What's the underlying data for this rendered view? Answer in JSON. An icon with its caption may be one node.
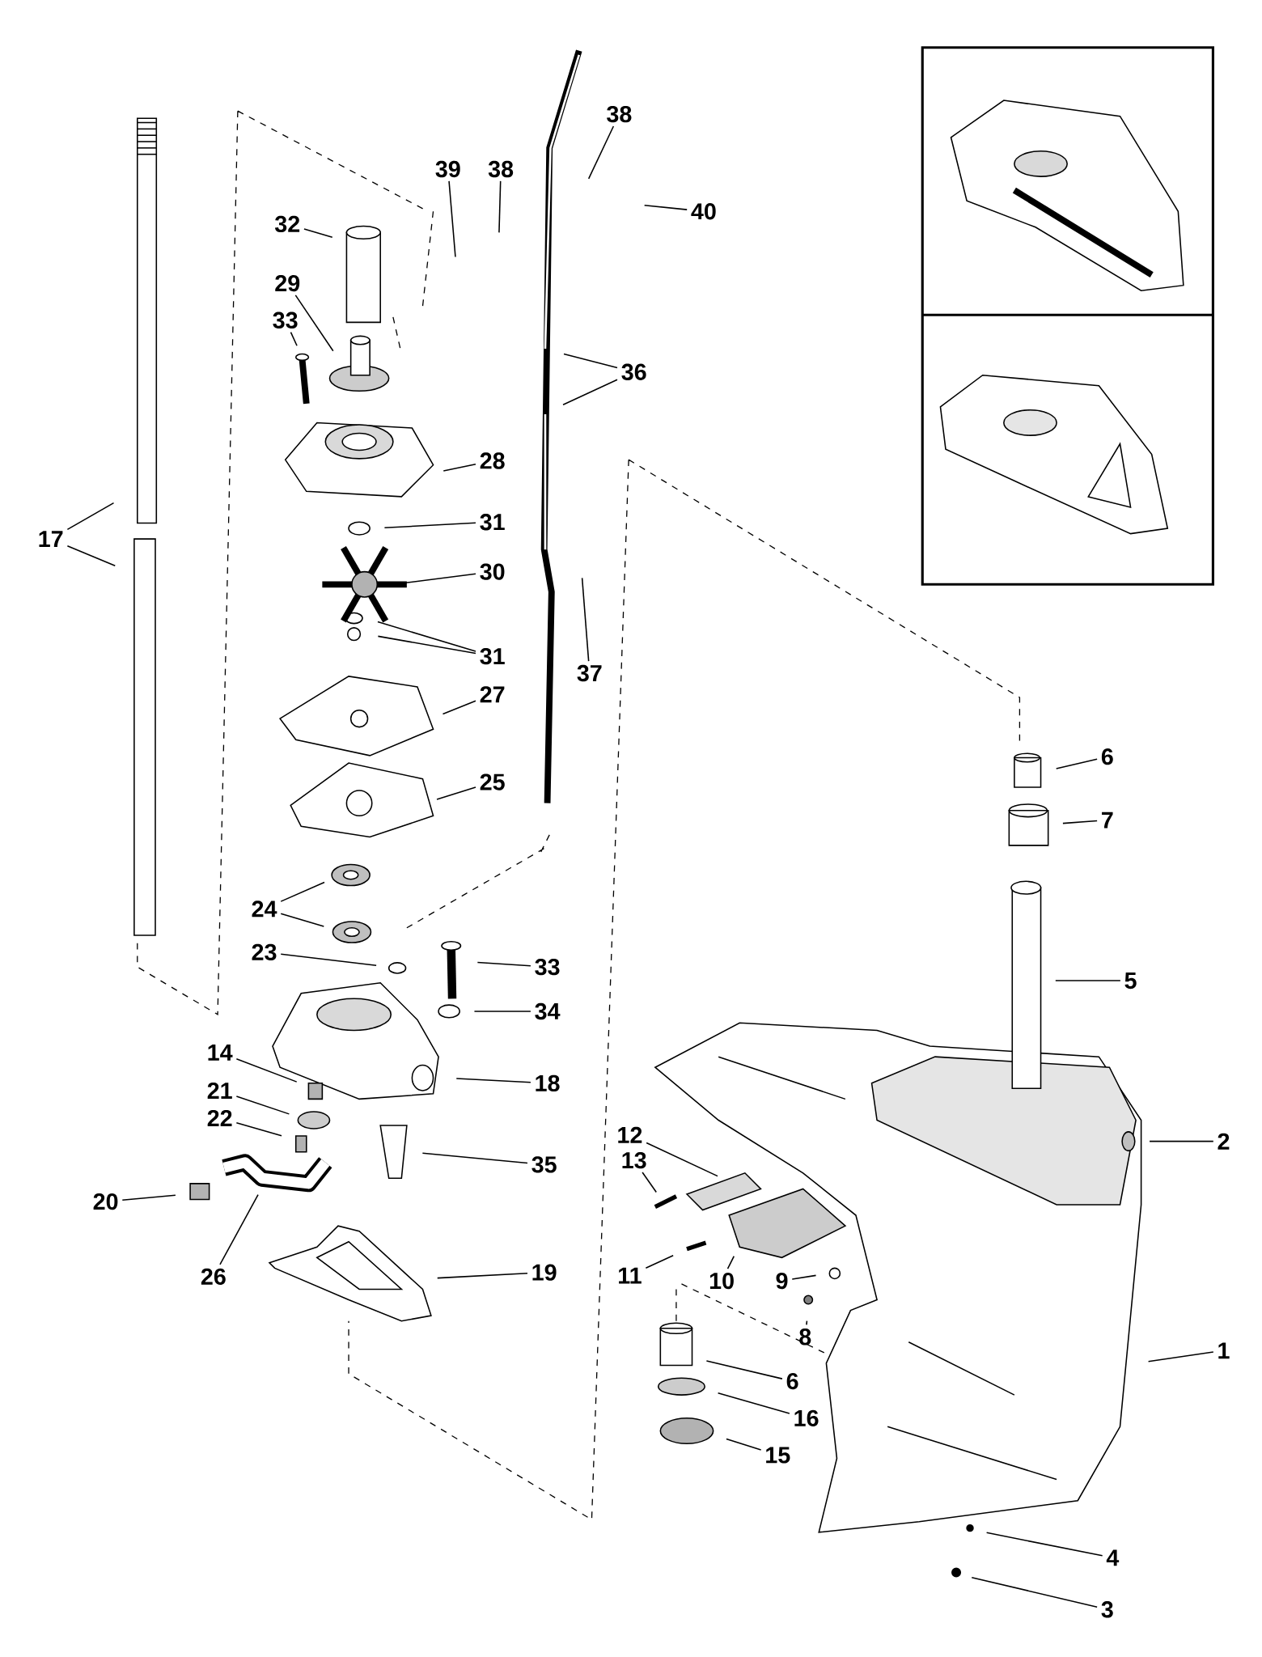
{
  "diagram": {
    "nodes": [
      {
        "text": [
          "17"
        ]
      },
      {
        "text": [
          "39"
        ]
      },
      {
        "text": [
          "38"
        ]
      },
      {
        "text": [
          "38"
        ]
      },
      {
        "text": [
          "40"
        ]
      },
      {
        "text": [
          "32"
        ]
      },
      {
        "text": [
          "29"
        ]
      },
      {
        "text": [
          "33"
        ]
      },
      {
        "text": [
          "36"
        ]
      },
      {
        "text": [
          "28"
        ]
      },
      {
        "text": [
          "31"
        ]
      },
      {
        "text": [
          "30"
        ]
      },
      {
        "text": [
          "31"
        ]
      },
      {
        "text": [
          "27"
        ]
      },
      {
        "text": [
          "37"
        ]
      },
      {
        "text": [
          "25"
        ]
      },
      {
        "text": [
          "6"
        ]
      },
      {
        "text": [
          "7"
        ]
      },
      {
        "text": [
          "24"
        ]
      },
      {
        "text": [
          "23"
        ]
      },
      {
        "text": [
          "33"
        ]
      },
      {
        "text": [
          "34"
        ]
      },
      {
        "text": [
          "5"
        ]
      },
      {
        "text": [
          "14"
        ]
      },
      {
        "text": [
          "18"
        ]
      },
      {
        "text": [
          "21"
        ]
      },
      {
        "text": [
          "22"
        ]
      },
      {
        "text": [
          "12"
        ]
      },
      {
        "text": [
          "13"
        ]
      },
      {
        "text": [
          "2"
        ]
      },
      {
        "text": [
          "35"
        ]
      },
      {
        "text": [
          "20"
        ]
      },
      {
        "text": [
          "26"
        ]
      },
      {
        "text": [
          "19"
        ]
      },
      {
        "text": [
          "11"
        ]
      },
      {
        "text": [
          "10"
        ]
      },
      {
        "text": [
          "9"
        ]
      },
      {
        "text": [
          "8"
        ]
      },
      {
        "text": [
          "1"
        ]
      },
      {
        "text": [
          "6"
        ]
      },
      {
        "text": [
          "16"
        ]
      },
      {
        "text": [
          "15"
        ]
      },
      {
        "text": [
          "4"
        ]
      },
      {
        "text": [
          "3"
        ]
      }
    ],
    "edges": [
      {
        "from": 0,
        "to": null,
        "arrow": "none"
      },
      {
        "from": 0,
        "to": null,
        "arrow": "none"
      },
      {
        "from": 1,
        "to": null,
        "arrow": "none"
      },
      {
        "from": 2,
        "to": null,
        "arrow": "none"
      },
      {
        "from": 3,
        "to": null,
        "arrow": "none"
      },
      {
        "from": 4,
        "to": null,
        "arrow": "none"
      },
      {
        "from": 5,
        "to": null,
        "arrow": "none"
      },
      {
        "from": 6,
        "to": null,
        "arrow": "none"
      },
      {
        "from": 7,
        "to": null,
        "arrow": "none"
      },
      {
        "from": 8,
        "to": null,
        "arrow": "none"
      },
      {
        "from": 8,
        "to": null,
        "arrow": "none"
      },
      {
        "from": 9,
        "to": null,
        "arrow": "none"
      },
      {
        "from": 10,
        "to": null,
        "arrow": "none"
      },
      {
        "from": 11,
        "to": null,
        "arrow": "none"
      },
      {
        "from": 12,
        "to": null,
        "arrow": "none"
      },
      {
        "from": 12,
        "to": null,
        "arrow": "none"
      },
      {
        "from": 13,
        "to": null,
        "arrow": "none"
      },
      {
        "from": 14,
        "to": null,
        "arrow": "none"
      },
      {
        "from": 15,
        "to": null,
        "arrow": "none"
      },
      {
        "from": 16,
        "to": null,
        "arrow": "none"
      },
      {
        "from": 17,
        "to": null,
        "arrow": "none"
      },
      {
        "from": 18,
        "to": null,
        "arrow": "none"
      },
      {
        "from": 18,
        "to": null,
        "arrow": "none"
      },
      {
        "from": 19,
        "to": null,
        "arrow": "none"
      },
      {
        "from": 20,
        "to": null,
        "arrow": "none"
      },
      {
        "from": 21,
        "to": null,
        "arrow": "none"
      },
      {
        "from": 22,
        "to": null,
        "arrow": "none"
      },
      {
        "from": 23,
        "to": null,
        "arrow": "none"
      },
      {
        "from": 24,
        "to": null,
        "arrow": "none"
      },
      {
        "from": 25,
        "to": null,
        "arrow": "none"
      },
      {
        "from": 26,
        "to": null,
        "arrow": "none"
      },
      {
        "from": 27,
        "to": null,
        "arrow": "none"
      },
      {
        "from": 28,
        "to": null,
        "arrow": "none"
      },
      {
        "from": 29,
        "to": null,
        "arrow": "none"
      },
      {
        "from": 30,
        "to": null,
        "arrow": "none"
      },
      {
        "from": 31,
        "to": null,
        "arrow": "none"
      },
      {
        "from": 32,
        "to": null,
        "arrow": "none"
      },
      {
        "from": 33,
        "to": null,
        "arrow": "none"
      },
      {
        "from": 34,
        "to": null,
        "arrow": "none"
      },
      {
        "from": 35,
        "to": null,
        "arrow": "none"
      },
      {
        "from": 36,
        "to": null,
        "arrow": "none"
      },
      {
        "from": 37,
        "to": null,
        "arrow": "none"
      },
      {
        "from": 38,
        "to": null,
        "arrow": "none"
      },
      {
        "from": 39,
        "to": null,
        "arrow": "none"
      },
      {
        "from": 40,
        "to": null,
        "arrow": "none"
      },
      {
        "from": 41,
        "to": null,
        "arrow": "none"
      },
      {
        "from": 42,
        "to": null,
        "arrow": "none"
      },
      {
        "from": 43,
        "to": null,
        "arrow": "none"
      }
    ]
  }
}
